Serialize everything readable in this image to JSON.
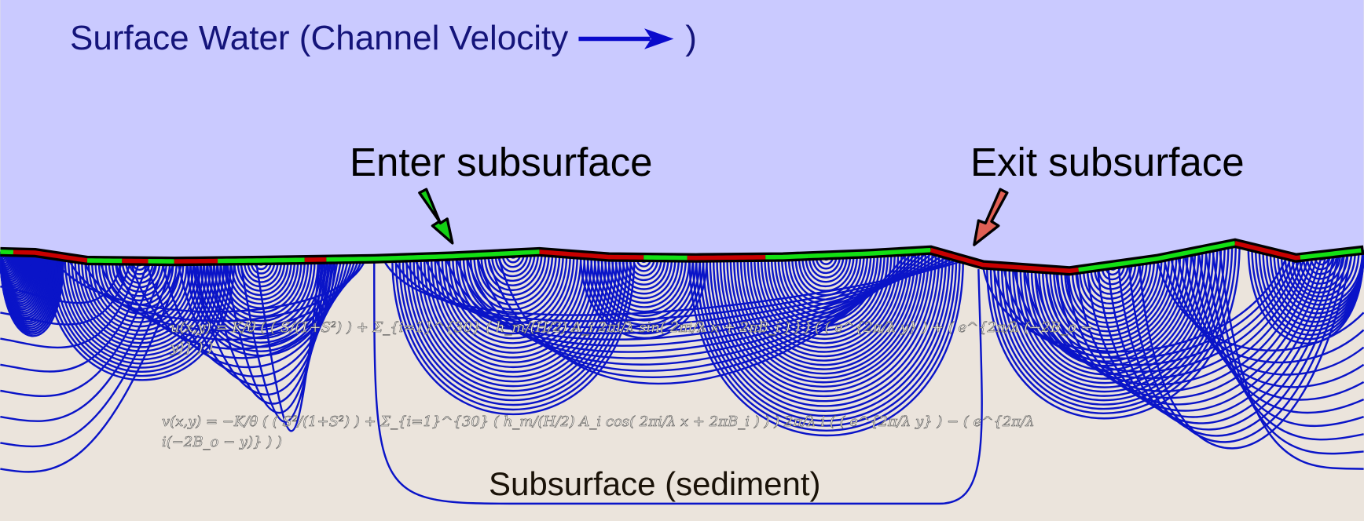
{
  "title": {
    "text": "Surface Water (Channel Velocity",
    "close": ")",
    "arrow_icon": "right-arrow"
  },
  "labels": {
    "enter": "Enter subsurface",
    "exit": "Exit subsurface",
    "subsurface": "Subsurface (sediment)"
  },
  "equations": {
    "u": "u(x,y) = K/θ ( ( S/(1+S²) ) + Σ_{i=1}^{30} ( h_m/(H/2) A_i 2πi/λ sin( 2πi/λ x + 2πB_i ) ) ) ( ( e^{2π/λ y} ) + ( e^{2π/λ (−2B_o − y)} ) )",
    "v": "v(x,y) = −K/θ ( ( S²/(1+S²) ) + Σ_{i=1}^{30} ( h_m/(H/2) A_i cos( 2πi/λ x + 2πB_i ) ) ) 2π/λ i ( ( e^{2π/λ y} ) − ( e^{2π/λ i(−2B_o − y)} ) )"
  },
  "colors": {
    "water": "#cacaff",
    "sediment": "#ebe4dc",
    "streamline": "#0a14c8",
    "inflow": "#14e014",
    "outflow": "#c80000",
    "title": "#14147a"
  }
}
